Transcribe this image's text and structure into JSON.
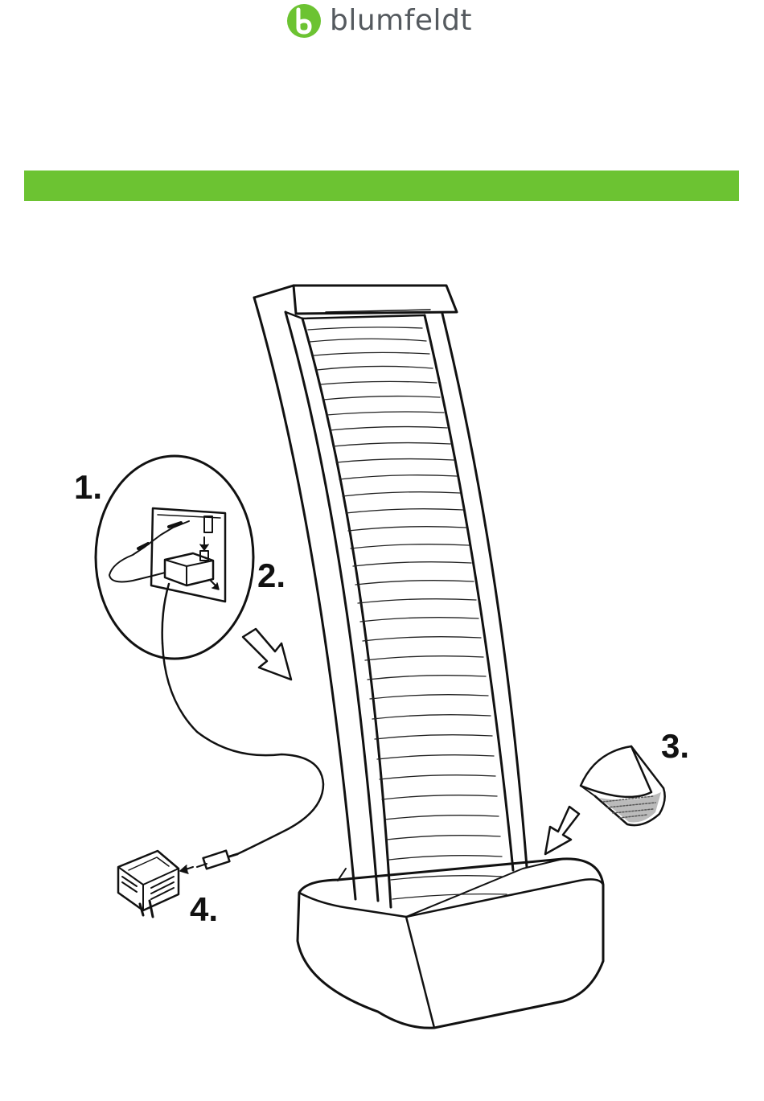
{
  "brand": {
    "name": "blumfeldt",
    "logo_icon": "leaf-b-icon",
    "color_accent": "#6cc332",
    "color_text": "#555a5f"
  },
  "header_bar": {
    "color": "#6cc332"
  },
  "steps": [
    {
      "label": "1."
    },
    {
      "label": "2."
    },
    {
      "label": "3."
    },
    {
      "label": "4."
    }
  ]
}
